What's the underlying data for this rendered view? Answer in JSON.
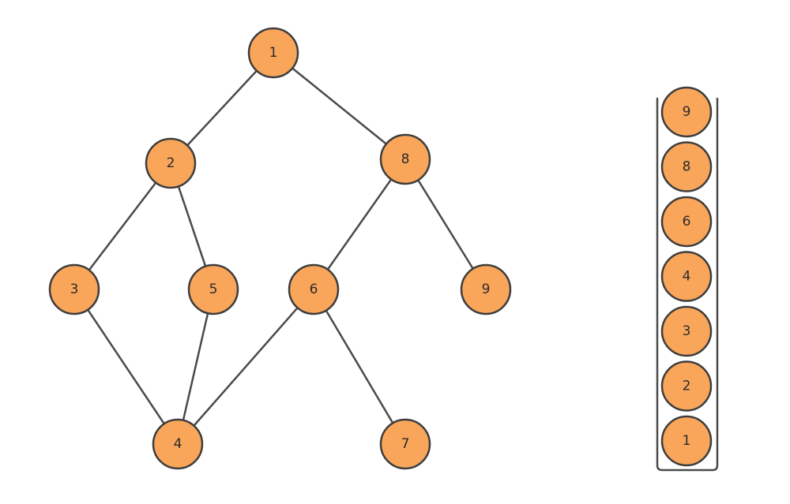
{
  "graph": {
    "nodes": [
      {
        "id": "n1",
        "label": "1"
      },
      {
        "id": "n2",
        "label": "2"
      },
      {
        "id": "n8",
        "label": "8"
      },
      {
        "id": "n3",
        "label": "3"
      },
      {
        "id": "n5",
        "label": "5"
      },
      {
        "id": "n6",
        "label": "6"
      },
      {
        "id": "n9",
        "label": "9"
      },
      {
        "id": "n4",
        "label": "4"
      },
      {
        "id": "n7",
        "label": "7"
      }
    ],
    "edges": [
      [
        "n1",
        "n2"
      ],
      [
        "n1",
        "n8"
      ],
      [
        "n2",
        "n3"
      ],
      [
        "n2",
        "n5"
      ],
      [
        "n8",
        "n6"
      ],
      [
        "n8",
        "n9"
      ],
      [
        "n3",
        "n4"
      ],
      [
        "n5",
        "n4"
      ],
      [
        "n6",
        "n4"
      ],
      [
        "n6",
        "n7"
      ]
    ]
  },
  "stack": {
    "items_top_to_bottom": [
      "9",
      "8",
      "6",
      "4",
      "3",
      "2",
      "1"
    ]
  },
  "colors": {
    "node_fill": "#f9a65a",
    "node_stroke": "#3d3d3d",
    "edge": "#4a4a4a"
  }
}
